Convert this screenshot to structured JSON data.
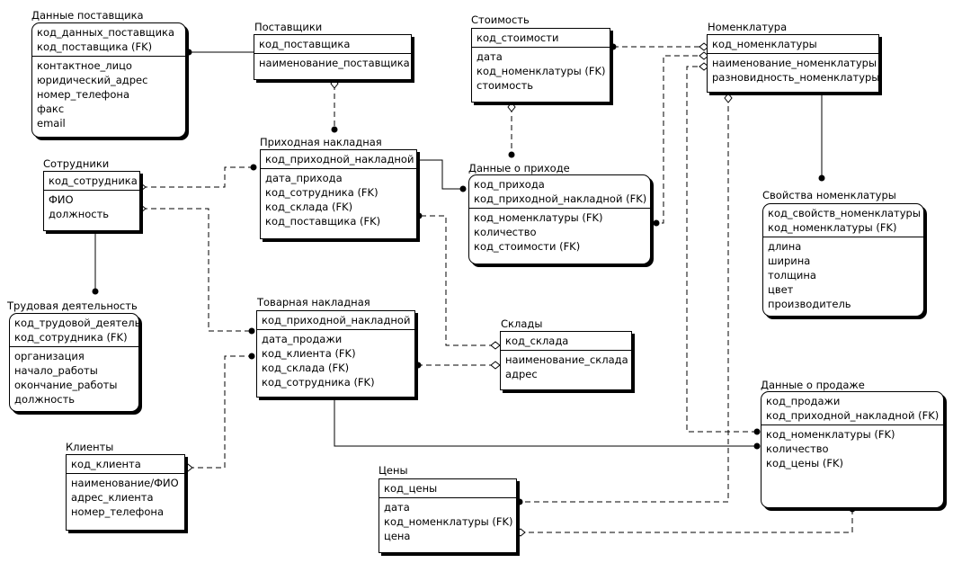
{
  "entities": {
    "supplier_data": {
      "title": "Данные поставщика",
      "keys": [
        "код_данных_поставщика",
        "код_поставщика (FK)"
      ],
      "attrs": [
        "контактное_лицо",
        "юридический_адрес",
        "номер_телефона",
        "факс",
        "email"
      ]
    },
    "suppliers": {
      "title": "Поставщики",
      "keys": [
        "код_поставщика"
      ],
      "attrs": [
        "наименование_поставщика"
      ]
    },
    "cost": {
      "title": "Стоимость",
      "keys": [
        "код_стоимости"
      ],
      "attrs": [
        "дата",
        "код_номенклатуры (FK)",
        "стоимость"
      ]
    },
    "nomenclature": {
      "title": "Номенклатура",
      "keys": [
        "код_номенклатуры"
      ],
      "attrs": [
        "наименование_номенклатуры",
        "разновидность_номенклатуры"
      ]
    },
    "employees": {
      "title": "Сотрудники",
      "keys": [
        "код_сотрудника"
      ],
      "attrs": [
        "ФИО",
        "должность"
      ]
    },
    "receipt_invoice": {
      "title": "Приходная накладная",
      "keys": [
        "код_приходной_накладной"
      ],
      "attrs": [
        "дата_прихода",
        "код_сотрудника (FK)",
        "код_склада (FK)",
        "код_поставщика (FK)"
      ]
    },
    "receipt_data": {
      "title": "Данные о приходе",
      "keys": [
        "код_прихода",
        "код_приходной_накладной (FK)"
      ],
      "attrs": [
        "код_номенклатуры (FK)",
        "количество",
        "код_стоимости (FK)"
      ]
    },
    "nomenclature_props": {
      "title": "Свойства номенклатуры",
      "keys": [
        "код_свойств_номенклатуры",
        "код_номенклатуры (FK)"
      ],
      "attrs": [
        "длина",
        "ширина",
        "толщина",
        "цвет",
        "производитель"
      ]
    },
    "labor": {
      "title": "Трудовая деятельность",
      "keys": [
        "код_трудовой_деятель",
        "код_сотрудника (FK)"
      ],
      "attrs": [
        "организация",
        "начало_работы",
        "окончание_работы",
        "должность"
      ]
    },
    "goods_invoice": {
      "title": "Товарная накладная",
      "keys": [
        "код_приходной_накладной"
      ],
      "attrs": [
        "дата_продажи",
        "код_клиента (FK)",
        "код_склада (FK)",
        "код_сотрудника (FK)"
      ]
    },
    "warehouses": {
      "title": "Склады",
      "keys": [
        "код_склада"
      ],
      "attrs": [
        "наименование_склада",
        "адрес"
      ]
    },
    "sales_data": {
      "title": "Данные о продаже",
      "keys": [
        "код_продажи",
        "код_приходной_накладной (FK)"
      ],
      "attrs": [
        "код_номенклатуры (FK)",
        "количество",
        "код_цены (FK)"
      ]
    },
    "clients": {
      "title": "Клиенты",
      "keys": [
        "код_клиента"
      ],
      "attrs": [
        "наименование/ФИО",
        "адрес_клиента",
        "номер_телефона"
      ]
    },
    "prices": {
      "title": "Цены",
      "keys": [
        "код_цены"
      ],
      "attrs": [
        "дата",
        "код_номенклатуры (FK)",
        "цена"
      ]
    }
  }
}
